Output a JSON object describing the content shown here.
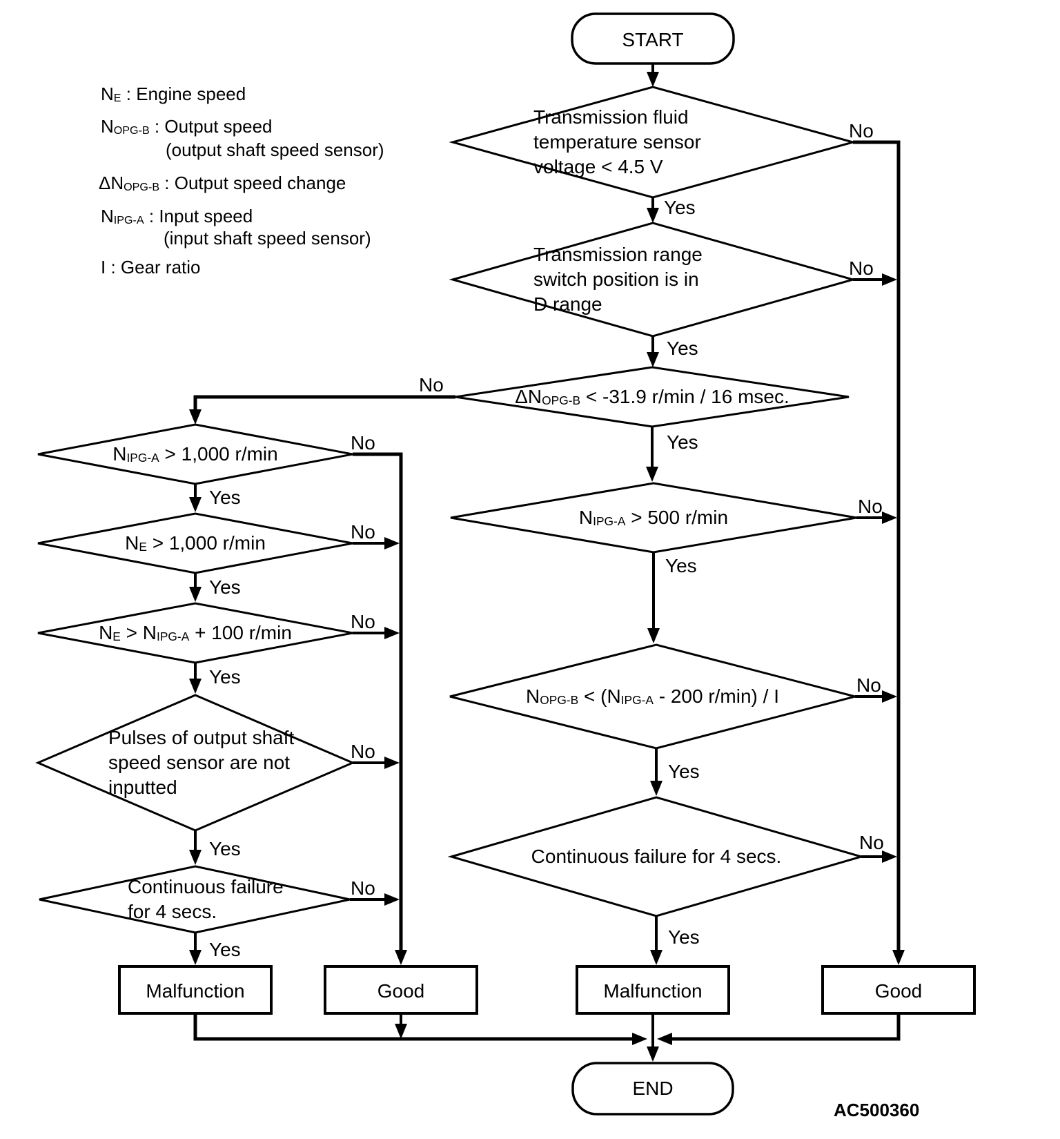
{
  "figure": {
    "code": "AC500360"
  },
  "labels": {
    "yes": "Yes",
    "no": "No"
  },
  "legend": {
    "engine_speed": "N_{E} : Engine speed",
    "output_speed": "N_{OPG-B} : Output speed",
    "output_speed_note": "(output shaft speed sensor)",
    "output_speed_change": "ΔN_{OPG-B} : Output speed change",
    "input_speed": "N_{IPG-A} : Input speed",
    "input_speed_note": "(input shaft speed sensor)",
    "gear_ratio": "I : Gear ratio"
  },
  "nodes": {
    "start": "START",
    "end": "END",
    "fluid_temp": {
      "l1": "Transmission fluid",
      "l2": "temperature sensor",
      "l3": "voltage < 4.5 V"
    },
    "range_switch": {
      "l1": "Transmission range",
      "l2": "switch position is in",
      "l3": "D range"
    },
    "output_speed_change": "ΔN_{OPG-B} < -31.9 r/min / 16 msec.",
    "input_speed_1000": "N_{IPG-A} > 1,000 r/min",
    "engine_speed_1000": "N_{E} > 1,000 r/min",
    "engine_vs_input": "N_{E} > N_{IPG-A} + 100 r/min",
    "pulses": {
      "l1": "Pulses of output shaft",
      "l2": "speed sensor are not",
      "l3": "inputted"
    },
    "continuous_left": {
      "l1": "Continuous failure",
      "l2": "for 4 secs."
    },
    "input_speed_500": "N_{IPG-A} > 500 r/min",
    "output_vs_input": "N_{OPG-B} < (N_{IPG-A} - 200 r/min) / I",
    "continuous_right": "Continuous failure for 4 secs.",
    "malfunction_left": "Malfunction",
    "good_left": "Good",
    "malfunction_right": "Malfunction",
    "good_right": "Good"
  }
}
